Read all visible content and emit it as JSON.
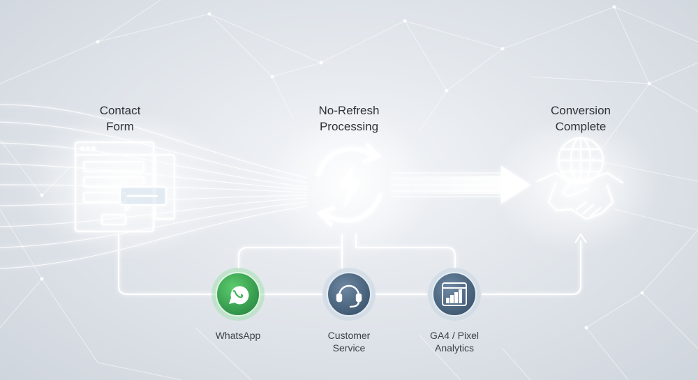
{
  "nodes": {
    "contact_form": {
      "line1": "Contact",
      "line2": "Form"
    },
    "no_refresh": {
      "line1": "No-Refresh",
      "line2": "Processing"
    },
    "conversion": {
      "line1": "Conversion",
      "line2": "Complete"
    }
  },
  "channels": {
    "whatsapp": {
      "label": "WhatsApp"
    },
    "customer_service": {
      "line1": "Customer",
      "line2": "Service"
    },
    "analytics": {
      "line1": "GA4 / Pixel",
      "line2": "Analytics"
    }
  },
  "colors": {
    "glow": "#ffffff",
    "whatsapp_green": "#3fb45a",
    "channel_blue": "#4e6a86",
    "line": "#ffffff"
  }
}
